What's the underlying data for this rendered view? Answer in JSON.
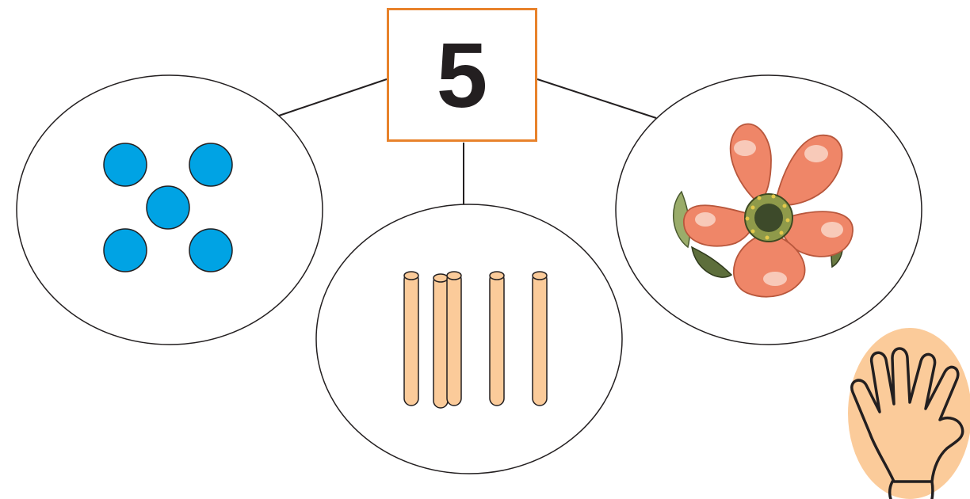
{
  "center": {
    "number": "5"
  },
  "groups": [
    {
      "name": "dots",
      "count": 5,
      "color": "#00a3e4"
    },
    {
      "name": "sticks",
      "count": 5,
      "color": "#fbcb9a"
    },
    {
      "name": "flower",
      "petals": 5,
      "color": "#ef8668"
    }
  ],
  "hand": {
    "fingers": 5,
    "color": "#fbcb9a"
  },
  "colors": {
    "box_border": "#e8822b",
    "outline": "#231f20",
    "dot": "#00a3e4",
    "stick": "#fbcb9a",
    "flower": "#ef8668",
    "hand_bg": "#fbcb9a"
  }
}
